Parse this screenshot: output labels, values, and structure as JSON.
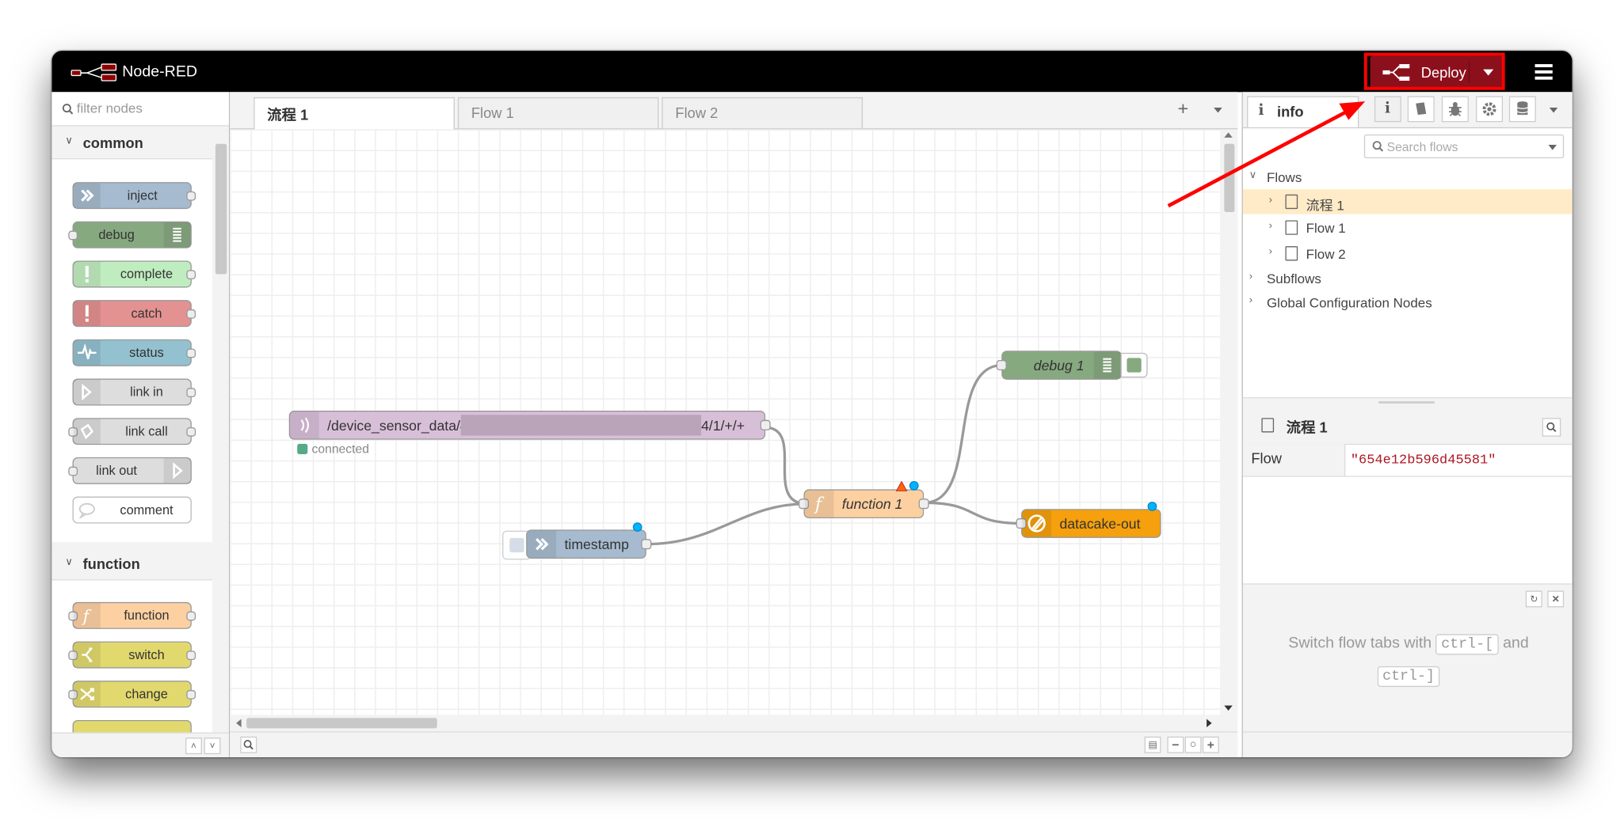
{
  "app": {
    "title": "Node-RED"
  },
  "header": {
    "deploy_label": "Deploy"
  },
  "palette": {
    "filter_placeholder": "filter nodes",
    "categories": [
      {
        "name": "common",
        "nodes": [
          "inject",
          "debug",
          "complete",
          "catch",
          "status",
          "link in",
          "link call",
          "link out",
          "comment"
        ]
      },
      {
        "name": "function",
        "nodes": [
          "function",
          "switch",
          "change"
        ]
      }
    ]
  },
  "workspace": {
    "tabs": [
      "流程 1",
      "Flow 1",
      "Flow 2"
    ],
    "active_tab": "流程 1",
    "nodes": {
      "mqtt_in": {
        "topic_prefix": "/device_sensor_data/4",
        "topic_suffix": "4/1/+/+",
        "status": "connected"
      },
      "timestamp": {
        "label": "timestamp"
      },
      "function": {
        "label": "function 1"
      },
      "debug": {
        "label": "debug 1"
      },
      "datacake": {
        "label": "datacake-out"
      }
    }
  },
  "sidebar": {
    "active_tab": "info",
    "search_placeholder": "Search flows",
    "tree": {
      "flows_label": "Flows",
      "flows": [
        "流程 1",
        "Flow 1",
        "Flow 2"
      ],
      "subflows_label": "Subflows",
      "global_label": "Global Configuration Nodes"
    },
    "properties": {
      "title": "流程 1",
      "key": "Flow",
      "value": "\"654e12b596d45581\""
    },
    "tip": {
      "text_before": "Switch flow tabs with",
      "key1": "ctrl-[",
      "and": "and",
      "key2": "ctrl-]"
    }
  },
  "colors": {
    "deploy": "#8c101c",
    "highlight": "#ff0000",
    "arrow": "#ff0000",
    "inject": "#a6bbcf",
    "debug": "#87a980",
    "complete": "#c0edc0",
    "catch": "#e49191",
    "status": "#94c1d0",
    "link": "#dddddd",
    "function": "#fdd0a2",
    "switch_change": "#e2d96e",
    "mqtt": "#d8bfd8",
    "datacake": "#f5a00c"
  }
}
